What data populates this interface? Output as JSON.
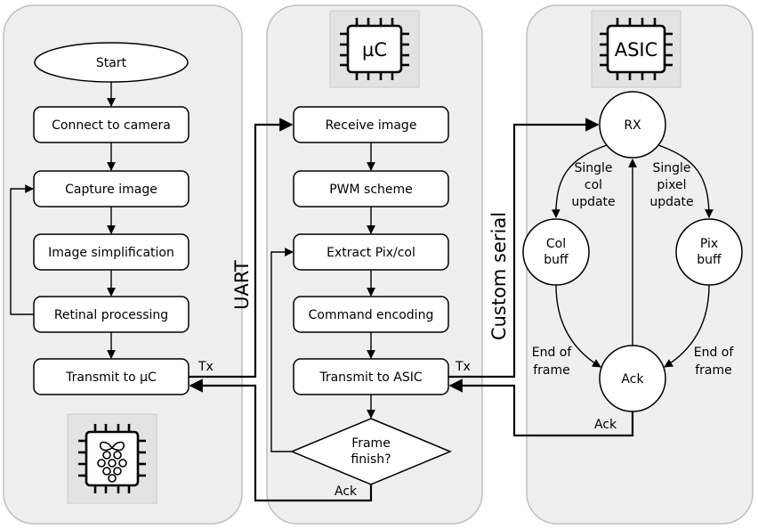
{
  "panels": {
    "left": {
      "start": "Start",
      "steps": [
        "Connect to camera",
        "Capture image",
        "Image simplification",
        "Retinal processing",
        "Transmit to µC"
      ],
      "icon": "raspberry-pi-chip-icon"
    },
    "middle": {
      "chip_label": "µC",
      "steps": [
        "Receive image",
        "PWM scheme",
        "Extract Pix/col",
        "Command encoding",
        "Transmit to ASIC"
      ],
      "decision": [
        "Frame",
        "finish?"
      ]
    },
    "right": {
      "chip_label": "ASIC",
      "rx": "RX",
      "col_buff": [
        "Col",
        "buff"
      ],
      "pix_buff": [
        "Pix",
        "buff"
      ],
      "ack_node": "Ack",
      "single_col": [
        "Single",
        "col",
        "update"
      ],
      "single_pixel": [
        "Single",
        "pixel",
        "update"
      ],
      "end_left": [
        "End of",
        "frame"
      ],
      "end_right": [
        "End of",
        "frame"
      ]
    }
  },
  "links": {
    "uart": "UART",
    "custom_serial": "Custom serial",
    "tx_left": "Tx",
    "tx_right": "Tx",
    "ack_mid": "Ack",
    "ack_right": "Ack"
  }
}
